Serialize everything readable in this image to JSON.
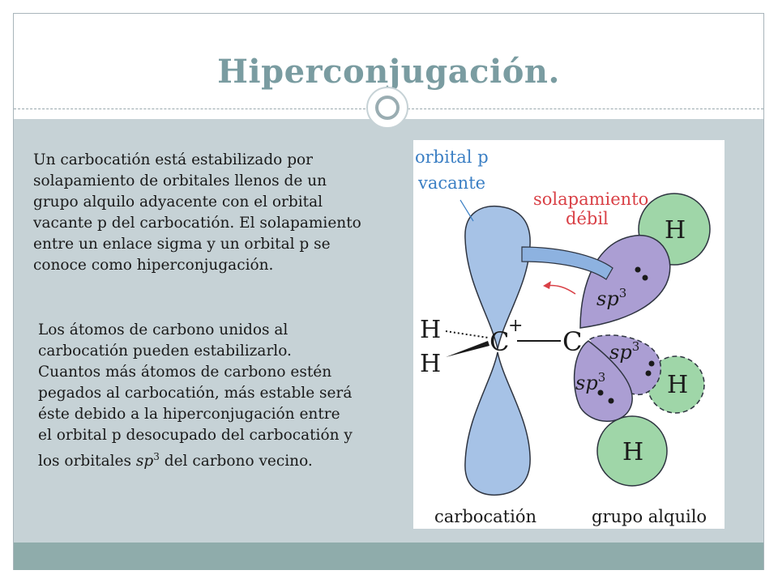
{
  "title": "Hiperconjugación.",
  "paragraph1": {
    "lines": [
      "Un carbocatión está estabilizado por",
      "solapamiento de orbitales llenos de un",
      "grupo alquilo adyacente con el orbital",
      "vacante p del carbocatión. El solapamiento",
      "entre un enlace sigma y un orbital p se",
      "conoce como hiperconjugación."
    ]
  },
  "paragraph2": {
    "line1": "Los átomos de carbono unidos al",
    "line2": "carbocatión pueden estabilizarlo.",
    "line3": "Cuantos más átomos de carbono estén",
    "line4": "pegados al carbocatión, más estable será",
    "line5": "éste debido a la hiperconjugación entre",
    "line6": "el orbital p desocupado del carbocatión y",
    "line7_a": "los orbitales ",
    "line7_sp": "sp",
    "line7_sup": "3",
    "line7_b": " del carbono vecino."
  },
  "diagram": {
    "label_orbital_p": "orbital p",
    "label_vacante": "vacante",
    "label_solapamiento": "solapamiento",
    "label_debil": "débil",
    "atom_h": "H",
    "atom_c": "C",
    "charge_plus": "+",
    "label_sp": "sp",
    "label_sup": "3",
    "caption_left": "carbocatión",
    "caption_right": "grupo alquilo"
  },
  "colors": {
    "title": "#7a9ca1",
    "content_bg": "#c6d2d6",
    "footer_bg": "#8facab",
    "p_orbital": "#a6c2e6",
    "sp3_lobe": "#ab9ed3",
    "h_sphere": "#9fd6a8",
    "label_blue": "#3b7fc4",
    "label_red": "#d94046"
  }
}
